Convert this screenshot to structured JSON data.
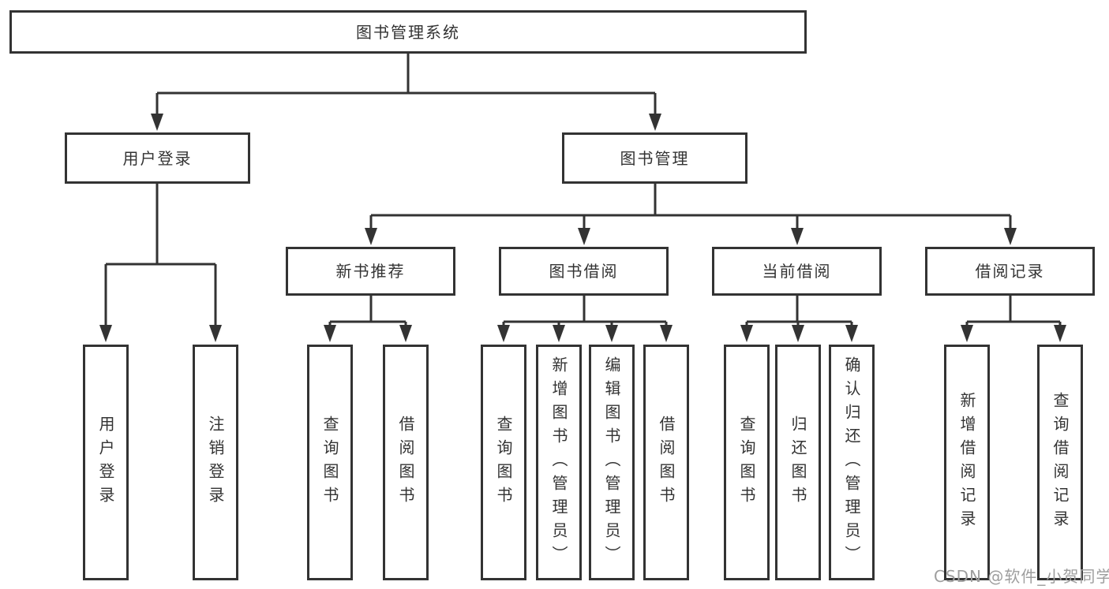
{
  "diagram": {
    "tree": {
      "label": "图书管理系统",
      "children": [
        {
          "label": "用户登录",
          "children": [
            {
              "label": "用户登录"
            },
            {
              "label": "注销登录"
            }
          ]
        },
        {
          "label": "图书管理",
          "children": [
            {
              "label": "新书推荐",
              "children": [
                {
                  "label": "查询图书"
                },
                {
                  "label": "借阅图书"
                }
              ]
            },
            {
              "label": "图书借阅",
              "children": [
                {
                  "label": "查询图书"
                },
                {
                  "label": "新增图书（管理员）"
                },
                {
                  "label": "编辑图书（管理员）"
                },
                {
                  "label": "借阅图书"
                }
              ]
            },
            {
              "label": "当前借阅",
              "children": [
                {
                  "label": "查询图书"
                },
                {
                  "label": "归还图书"
                },
                {
                  "label": "确认归还（管理员）"
                }
              ]
            },
            {
              "label": "借阅记录",
              "children": [
                {
                  "label": "新增借阅记录"
                },
                {
                  "label": "查询借阅记录"
                }
              ]
            }
          ]
        }
      ]
    },
    "colors": {
      "line": "#333333",
      "box_border": "#333333",
      "text": "#333333",
      "watermark": "#9e9e9e",
      "background": "#ffffff"
    }
  },
  "watermark": "CSDN @软件_小贺同学"
}
